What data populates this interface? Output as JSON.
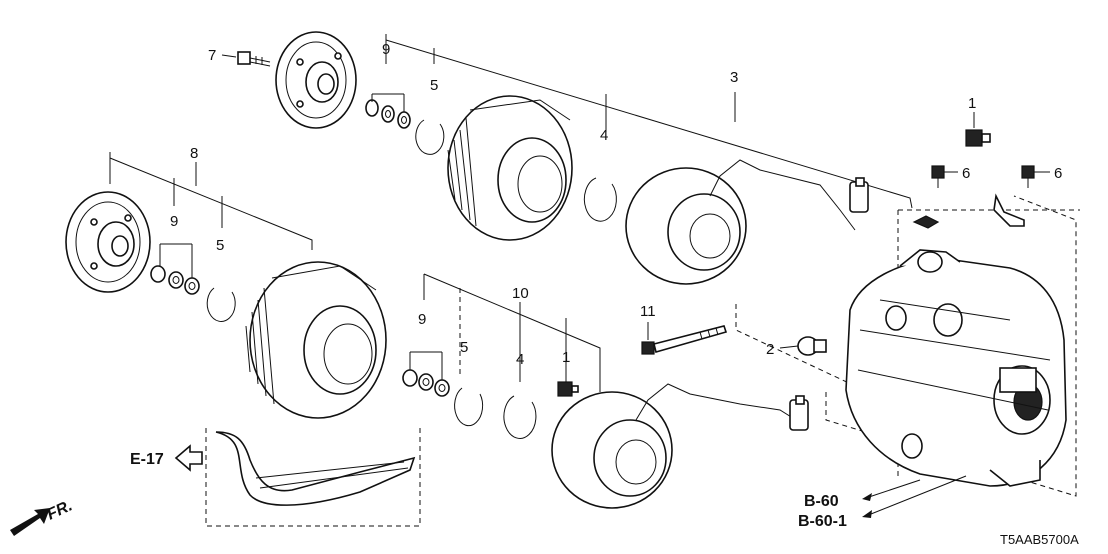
{
  "diagram": {
    "callouts": {
      "c1a": "1",
      "c1b": "1",
      "c2": "2",
      "c3": "3",
      "c4a": "4",
      "c4b": "4",
      "c5a": "5",
      "c5b": "5",
      "c5c": "5",
      "c6a": "6",
      "c6b": "6",
      "c7": "7",
      "c8": "8",
      "c9a": "9",
      "c9b": "9",
      "c9c": "9",
      "c10": "10",
      "c11": "11"
    },
    "references": {
      "e17": "E-17",
      "b60": "B-60",
      "b601": "B-60-1"
    },
    "front_label": "FR.",
    "diagram_code": "T5AAB5700A"
  }
}
